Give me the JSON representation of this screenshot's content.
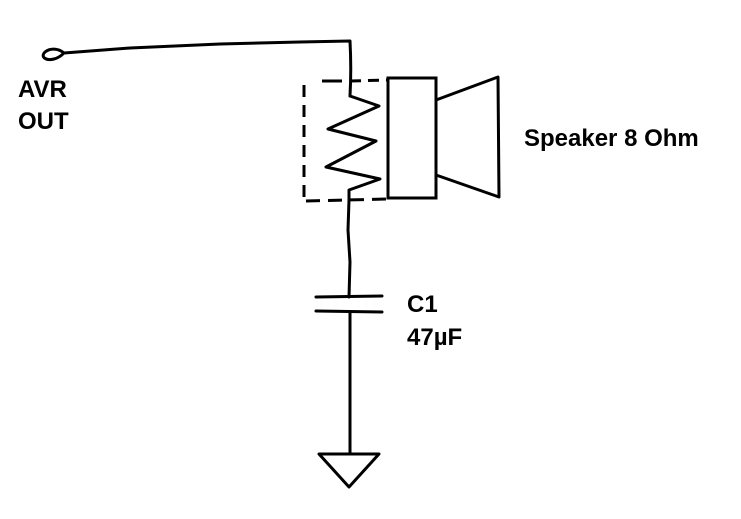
{
  "labels": {
    "input_line1": "AVR",
    "input_line2": "OUT",
    "speaker": "Speaker 8 Ohm",
    "capacitor_name": "C1",
    "capacitor_value": "47µF"
  },
  "colors": {
    "ink": "#000000",
    "background": "#ffffff"
  },
  "icons": {
    "input_terminal": "terminal-loop-icon",
    "speaker": "speaker-icon",
    "capacitor": "capacitor-icon",
    "ground": "ground-icon"
  }
}
